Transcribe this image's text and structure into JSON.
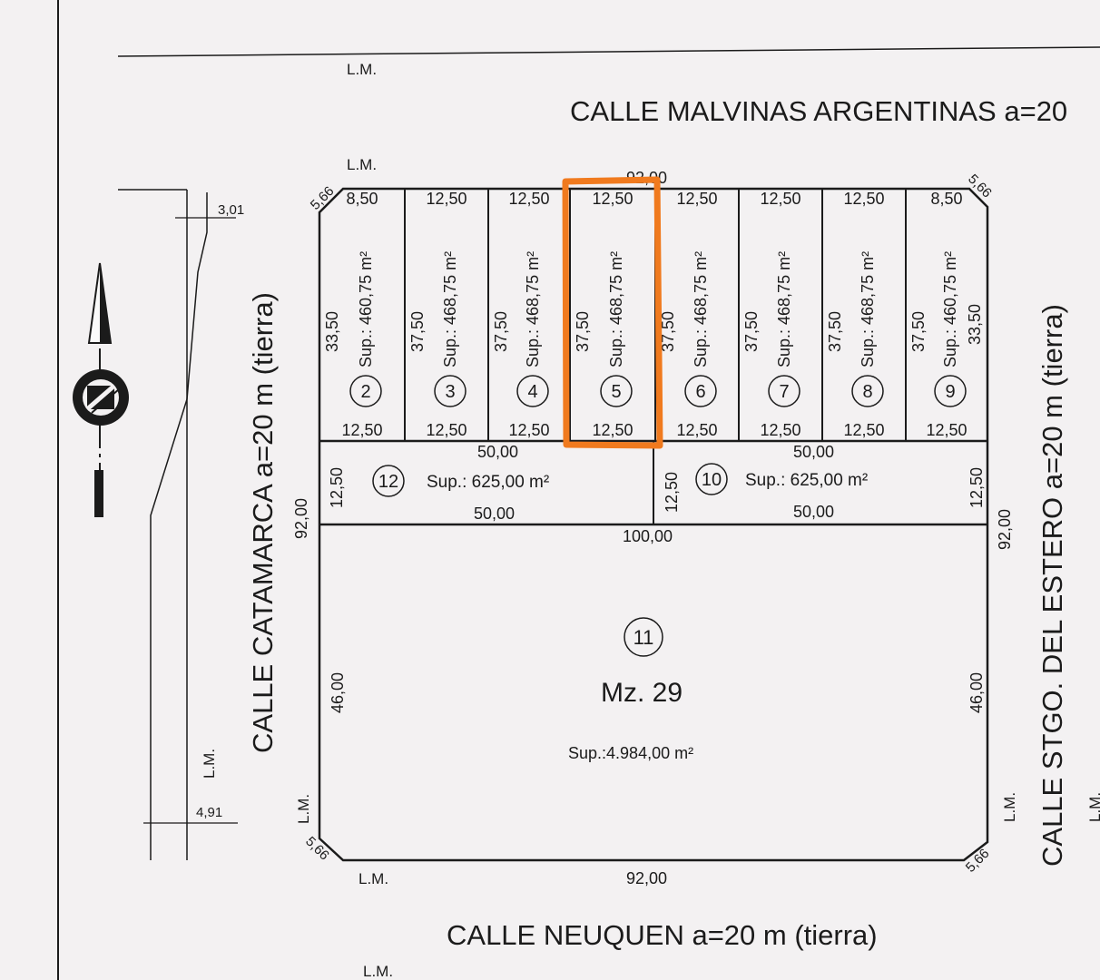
{
  "streets": {
    "north": "CALLE MALVINAS ARGENTINAS a=20",
    "west": "CALLE CATAMARCA a=20 m  (tierra)",
    "south": "CALLE NEUQUEN a=20 m  (tierra)",
    "east": "CALLE STGO. DEL ESTERO a=20 m  (tierra)"
  },
  "line_mark": "L.M.",
  "block": {
    "name": "Mz. 29",
    "outer": {
      "north": "92,00",
      "south": "92,00",
      "west": "92,00",
      "east": "92,00",
      "chamfer": "5,66",
      "middle": "100,00"
    },
    "lots": [
      {
        "number": "2",
        "area": "Sup.: 460,75 m²",
        "front": "8,50",
        "back": "12,50",
        "side": "33,50"
      },
      {
        "number": "3",
        "area": "Sup.: 468,75 m²",
        "front": "12,50",
        "back": "12,50",
        "side": "37,50"
      },
      {
        "number": "4",
        "area": "Sup.: 468,75 m²",
        "front": "12,50",
        "back": "12,50",
        "side": "37,50"
      },
      {
        "number": "5",
        "area": "Sup.: 468,75 m²",
        "front": "12,50",
        "back": "12,50",
        "side": "37,50",
        "highlighted": true
      },
      {
        "number": "6",
        "area": "Sup.: 468,75 m²",
        "front": "12,50",
        "back": "12,50",
        "side": "37,50"
      },
      {
        "number": "7",
        "area": "Sup.: 468,75 m²",
        "front": "12,50",
        "back": "12,50",
        "side": "37,50"
      },
      {
        "number": "8",
        "area": "Sup.: 468,75 m²",
        "front": "12,50",
        "back": "12,50",
        "side": "37,50"
      },
      {
        "number": "9",
        "area": "Sup.: 460,75 m²",
        "front": "8,50",
        "back": "12,50",
        "side": "37,50",
        "side2": "33,50"
      },
      {
        "number": "12",
        "area": "Sup.: 625,00 m²",
        "top": "50,00",
        "bottom": "50,00",
        "side": "12,50"
      },
      {
        "number": "10",
        "area": "Sup.: 625,00 m²",
        "top": "50,00",
        "bottom": "50,00",
        "side": "12,50"
      },
      {
        "number": "11",
        "area": "Sup.:4.984,00 m²",
        "side": "46,00"
      }
    ]
  },
  "profile": {
    "top": "3,01",
    "bottom": "4,91"
  },
  "highlight_color": "#f07a1e"
}
